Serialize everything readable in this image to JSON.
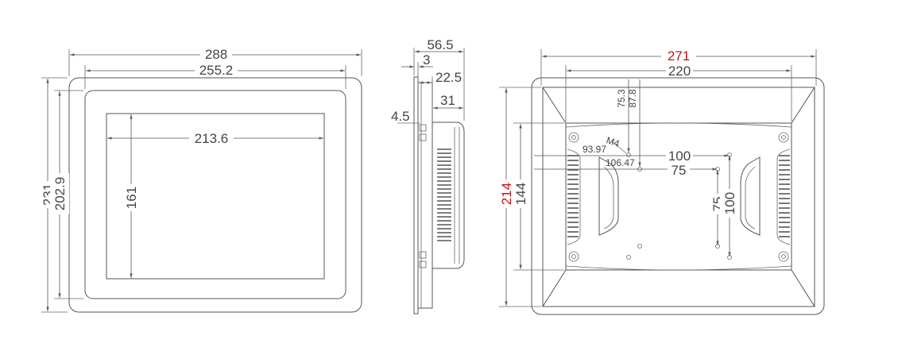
{
  "colors": {
    "line": "#555555",
    "text": "#444444",
    "highlight": "#cc1111"
  },
  "front_view": {
    "overall_width": "288",
    "bezel_width": "255.2",
    "active_width": "213.6",
    "active_height": "161",
    "overall_height": "231",
    "bezel_height": "202.9"
  },
  "side_view": {
    "total_depth": "56.5",
    "front_thickness": "3",
    "frame_depth": "22.5",
    "back_depth": "31",
    "flange": "4.5"
  },
  "rear_view": {
    "cutout_width": "271",
    "back_width": "220",
    "cutout_height": "214",
    "back_height": "144",
    "dim_75_3": "75.3",
    "dim_87_8": "87.8",
    "screw_label": "M4",
    "dim_93_97": "93.97",
    "dim_106_47": "106.47",
    "vesa_100_h": "100",
    "vesa_75_h": "75",
    "vesa_75_v": "75",
    "vesa_100_v": "100"
  }
}
